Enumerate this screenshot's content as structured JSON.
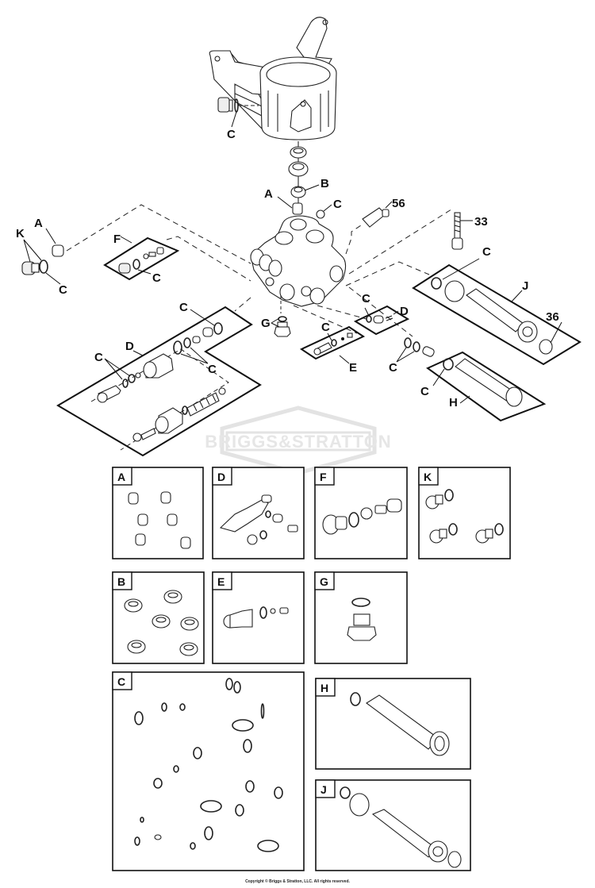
{
  "title": "Pressure Washer Pump Exploded Parts Diagram",
  "watermark": "BRIGGS&STRATTON",
  "copyright": "Copyright © Briggs & Stratton, LLC. All rights reserved.",
  "main_diagram": {
    "callouts": {
      "housing_c": "C",
      "a_top": "A",
      "b_top": "B",
      "c_top": "C",
      "p56": "56",
      "p33": "33",
      "k_left": "K",
      "a_left": "A",
      "c_left": "C",
      "f_group": "F",
      "c_f": "C",
      "c_d_top": "C",
      "d_left": "D",
      "c_d_left": "C",
      "c_d_right": "C",
      "g": "G",
      "c_e": "C",
      "e": "E",
      "c_d_small": "C",
      "d_small": "D",
      "c_j": "C",
      "j": "J",
      "p36": "36",
      "c_mid": "C",
      "c_h": "C",
      "h": "H"
    }
  },
  "kits": [
    {
      "id": "A",
      "label": "A",
      "contents": "Nozzles (6)"
    },
    {
      "id": "D",
      "label": "D",
      "contents": "Unloader valve assembly"
    },
    {
      "id": "F",
      "label": "F",
      "contents": "Relief valve plug, o-ring, ball, spring, seat"
    },
    {
      "id": "K",
      "label": "K",
      "contents": "Plugs with o-rings (3)"
    },
    {
      "id": "B",
      "label": "B",
      "contents": "Seals (6)"
    },
    {
      "id": "E",
      "label": "E",
      "contents": "Injector, o-ring, ball, spring"
    },
    {
      "id": "G",
      "label": "G",
      "contents": "Plug with o-ring"
    },
    {
      "id": "C",
      "label": "C",
      "contents": "O-ring kit"
    },
    {
      "id": "H",
      "label": "H",
      "contents": "Outlet fitting with o-ring"
    },
    {
      "id": "J",
      "label": "J",
      "contents": "Inlet fitting with nut, o-ring, filter"
    }
  ]
}
